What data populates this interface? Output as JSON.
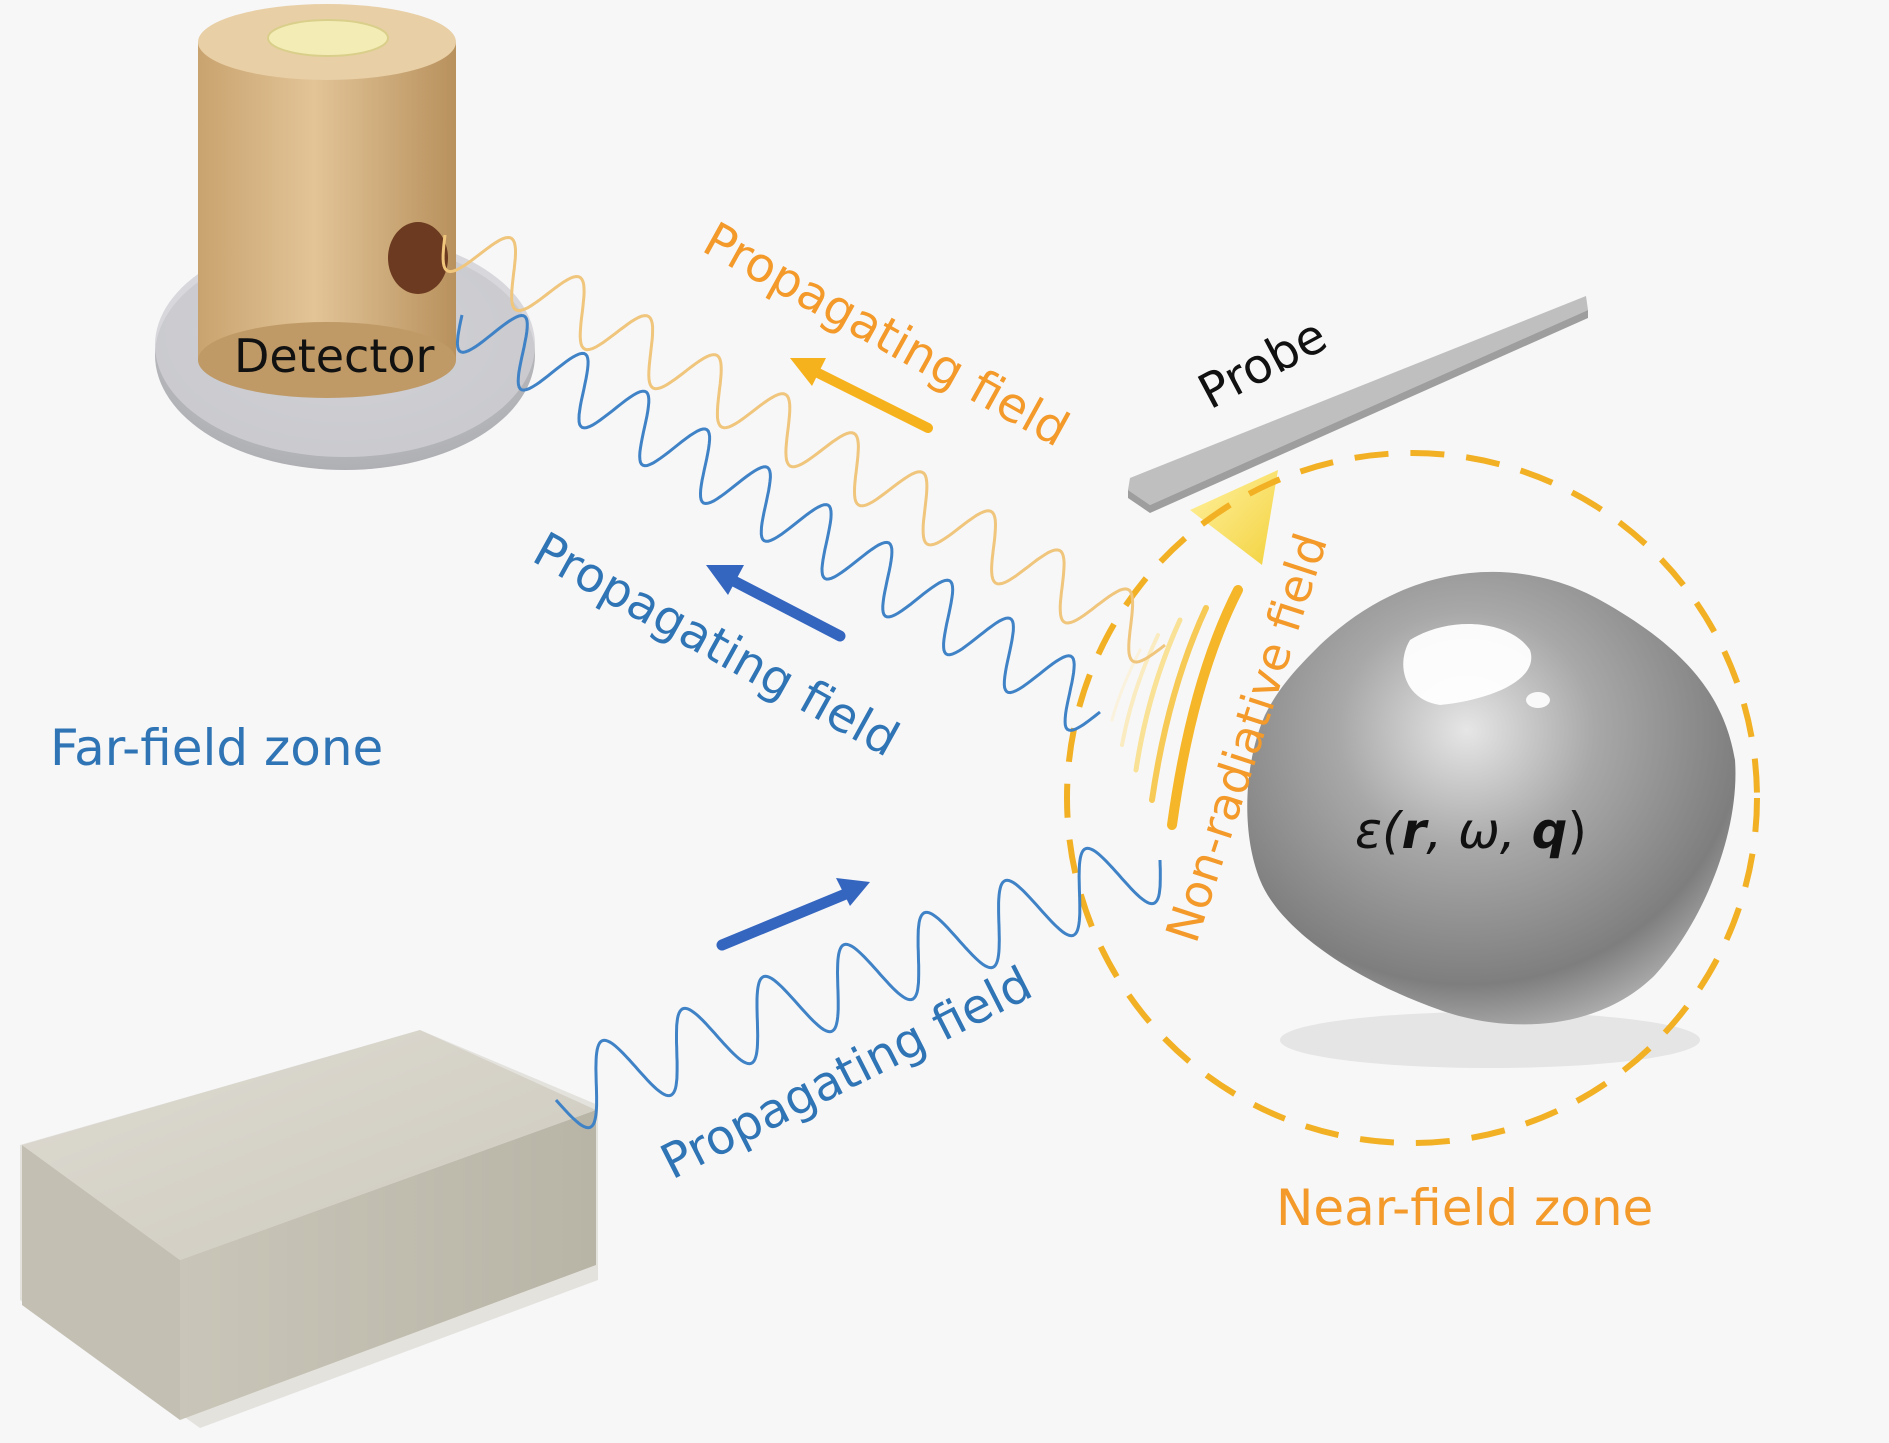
{
  "labels": {
    "detector": "Detector",
    "probe": "Probe",
    "propagating_upper_orange": "Propagating field",
    "propagating_upper_blue": "Propagating field",
    "propagating_lower_blue": "Propagating field",
    "non_radiative": "Non-radiative field",
    "far_field_zone": "Far-field zone",
    "near_field_zone": "Near-field zone",
    "permittivity_prefix": "ε(",
    "permittivity_r": "r",
    "permittivity_sep1": ", ω, ",
    "permittivity_q": "q",
    "permittivity_suffix": ")"
  },
  "colors": {
    "orange_text": "#f39a2a",
    "blue_text": "#2f74b5",
    "orange_wave": "#f0c57c",
    "blue_wave": "#3f82c6",
    "arrow_orange": "#f6b21d",
    "arrow_blue": "#3566bf",
    "dashed_circle": "#f2b024",
    "detector_body": "#d9b98a",
    "detector_base": "#c7c8cc",
    "detector_lens": "#6b3a20",
    "source_box": "#d6d3ca",
    "probe_cantilever": "#bfbfbf",
    "probe_tip": "#f7e264",
    "sample": "#9a9a9a"
  }
}
